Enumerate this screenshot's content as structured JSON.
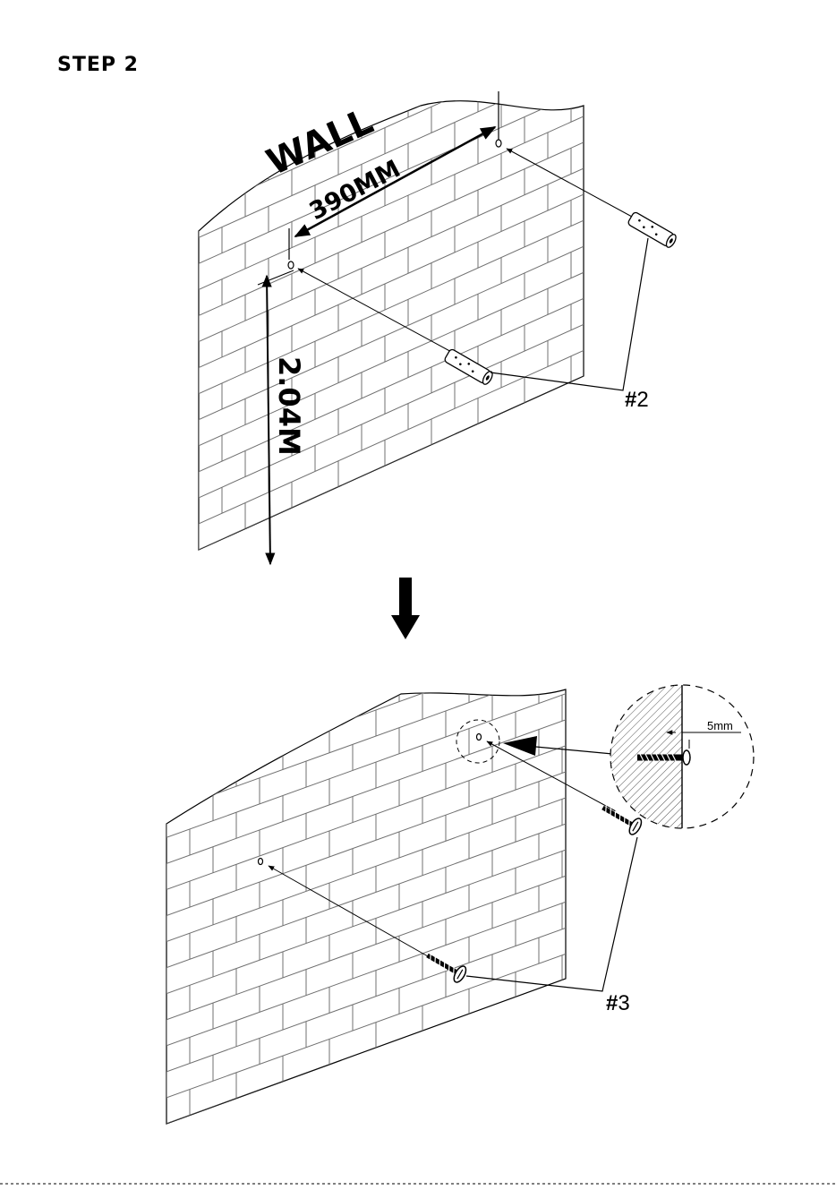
{
  "step_title": "STEP 2",
  "wall_label": "WALL",
  "width_dimension": "390MM",
  "height_dimension": "2.04M",
  "anchor_part": {
    "hash": "#",
    "number": "2"
  },
  "screw_part": {
    "hash": "#",
    "number": "3"
  },
  "detail_gap": "5mm",
  "colors": {
    "line": "#000000",
    "brick": "#707070",
    "paper": "#ffffff"
  }
}
